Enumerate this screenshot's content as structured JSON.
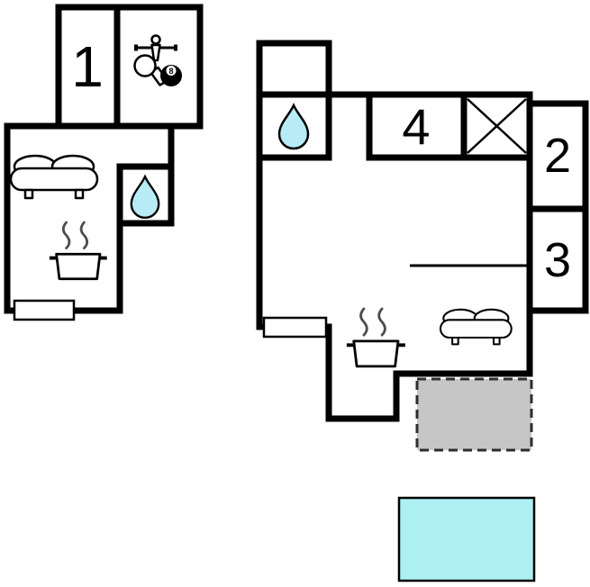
{
  "colors": {
    "background": "#ffffff",
    "wall": "#000000",
    "water_drop": "#b7ecf6",
    "pool_fill": "#aef0f2",
    "terrace_fill": "#c6c6c6",
    "terrace_border": "#2e2e2e",
    "steam": "#4d4d4d"
  },
  "labels": {
    "room1": "1",
    "room2": "2",
    "room3": "3",
    "room4": "4",
    "billiard_ball": "8"
  },
  "icons": {
    "left_bathroom": "water-drop-icon",
    "right_bathroom": "water-drop-icon",
    "left_living": "sofa-icon",
    "right_living": "sofa-icon",
    "left_kitchen": "cooking-pot-steam-icon",
    "right_kitchen": "cooking-pot-steam-icon",
    "game_room": [
      "foosball-player-icon",
      "table-tennis-paddle-icon",
      "billiard-8ball-icon"
    ],
    "shower": "crossed-square-icon",
    "windows": "window-rect",
    "terrace": "dashed-gray-area",
    "pool": "cyan-pool-area"
  }
}
